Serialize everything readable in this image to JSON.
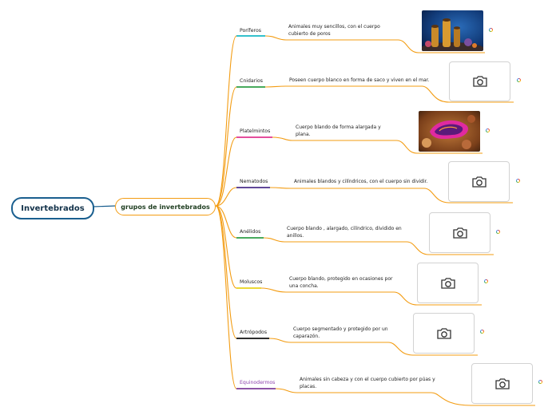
{
  "root": {
    "label": "Invertebrados"
  },
  "group": {
    "label": "grupos de invertebrados"
  },
  "branches": [
    {
      "name": "Poríferos",
      "underline_color": "#17b8c4",
      "description": "Animales muy sencillos, con el cuerpo cubierto de poros",
      "image": "photo-sponge"
    },
    {
      "name": "Cnidarios",
      "underline_color": "#2e9e46",
      "description": "Poseen cuerpo blanco en forma de saco y viven en el mar.",
      "image": "camera-placeholder"
    },
    {
      "name": "Platelmintos",
      "underline_color": "#e0358f",
      "description": "Cuerpo blando de forma alargada y plana.",
      "image": "photo-flatworm"
    },
    {
      "name": "Nematodos",
      "underline_color": "#4a2d8a",
      "description": "Animales blandos y cilíndricos, con el cuerpo sin dividir.",
      "image": "camera-placeholder"
    },
    {
      "name": "Anélidos",
      "underline_color": "#2e9e46",
      "description": "Cuerpo blando , alargado, cilíndrico, dividido en anillos.",
      "image": "camera-placeholder"
    },
    {
      "name": "Moluscos",
      "underline_color": "#e8d21a",
      "description": "Cuerpo blando, protegido en ocasiones por una concha.",
      "image": "camera-placeholder"
    },
    {
      "name": "Artrópodos",
      "underline_color": "#111111",
      "description": "Cuerpo segmentado y protegido por un caparazón.",
      "image": "camera-placeholder"
    },
    {
      "name": "Equinodermos",
      "underline_color": "#7d3c98",
      "name_color": "#8e44ad",
      "description": "Animales sin cabeza y con el cuerpo cubierto por púas y placas.",
      "image": "camera-placeholder"
    }
  ],
  "colors": {
    "connector": "#f39c12",
    "root_border": "#1a5f8f",
    "group_border": "#f39c12"
  },
  "icons": {
    "camera": "camera-icon",
    "image_source": "google-icon"
  }
}
